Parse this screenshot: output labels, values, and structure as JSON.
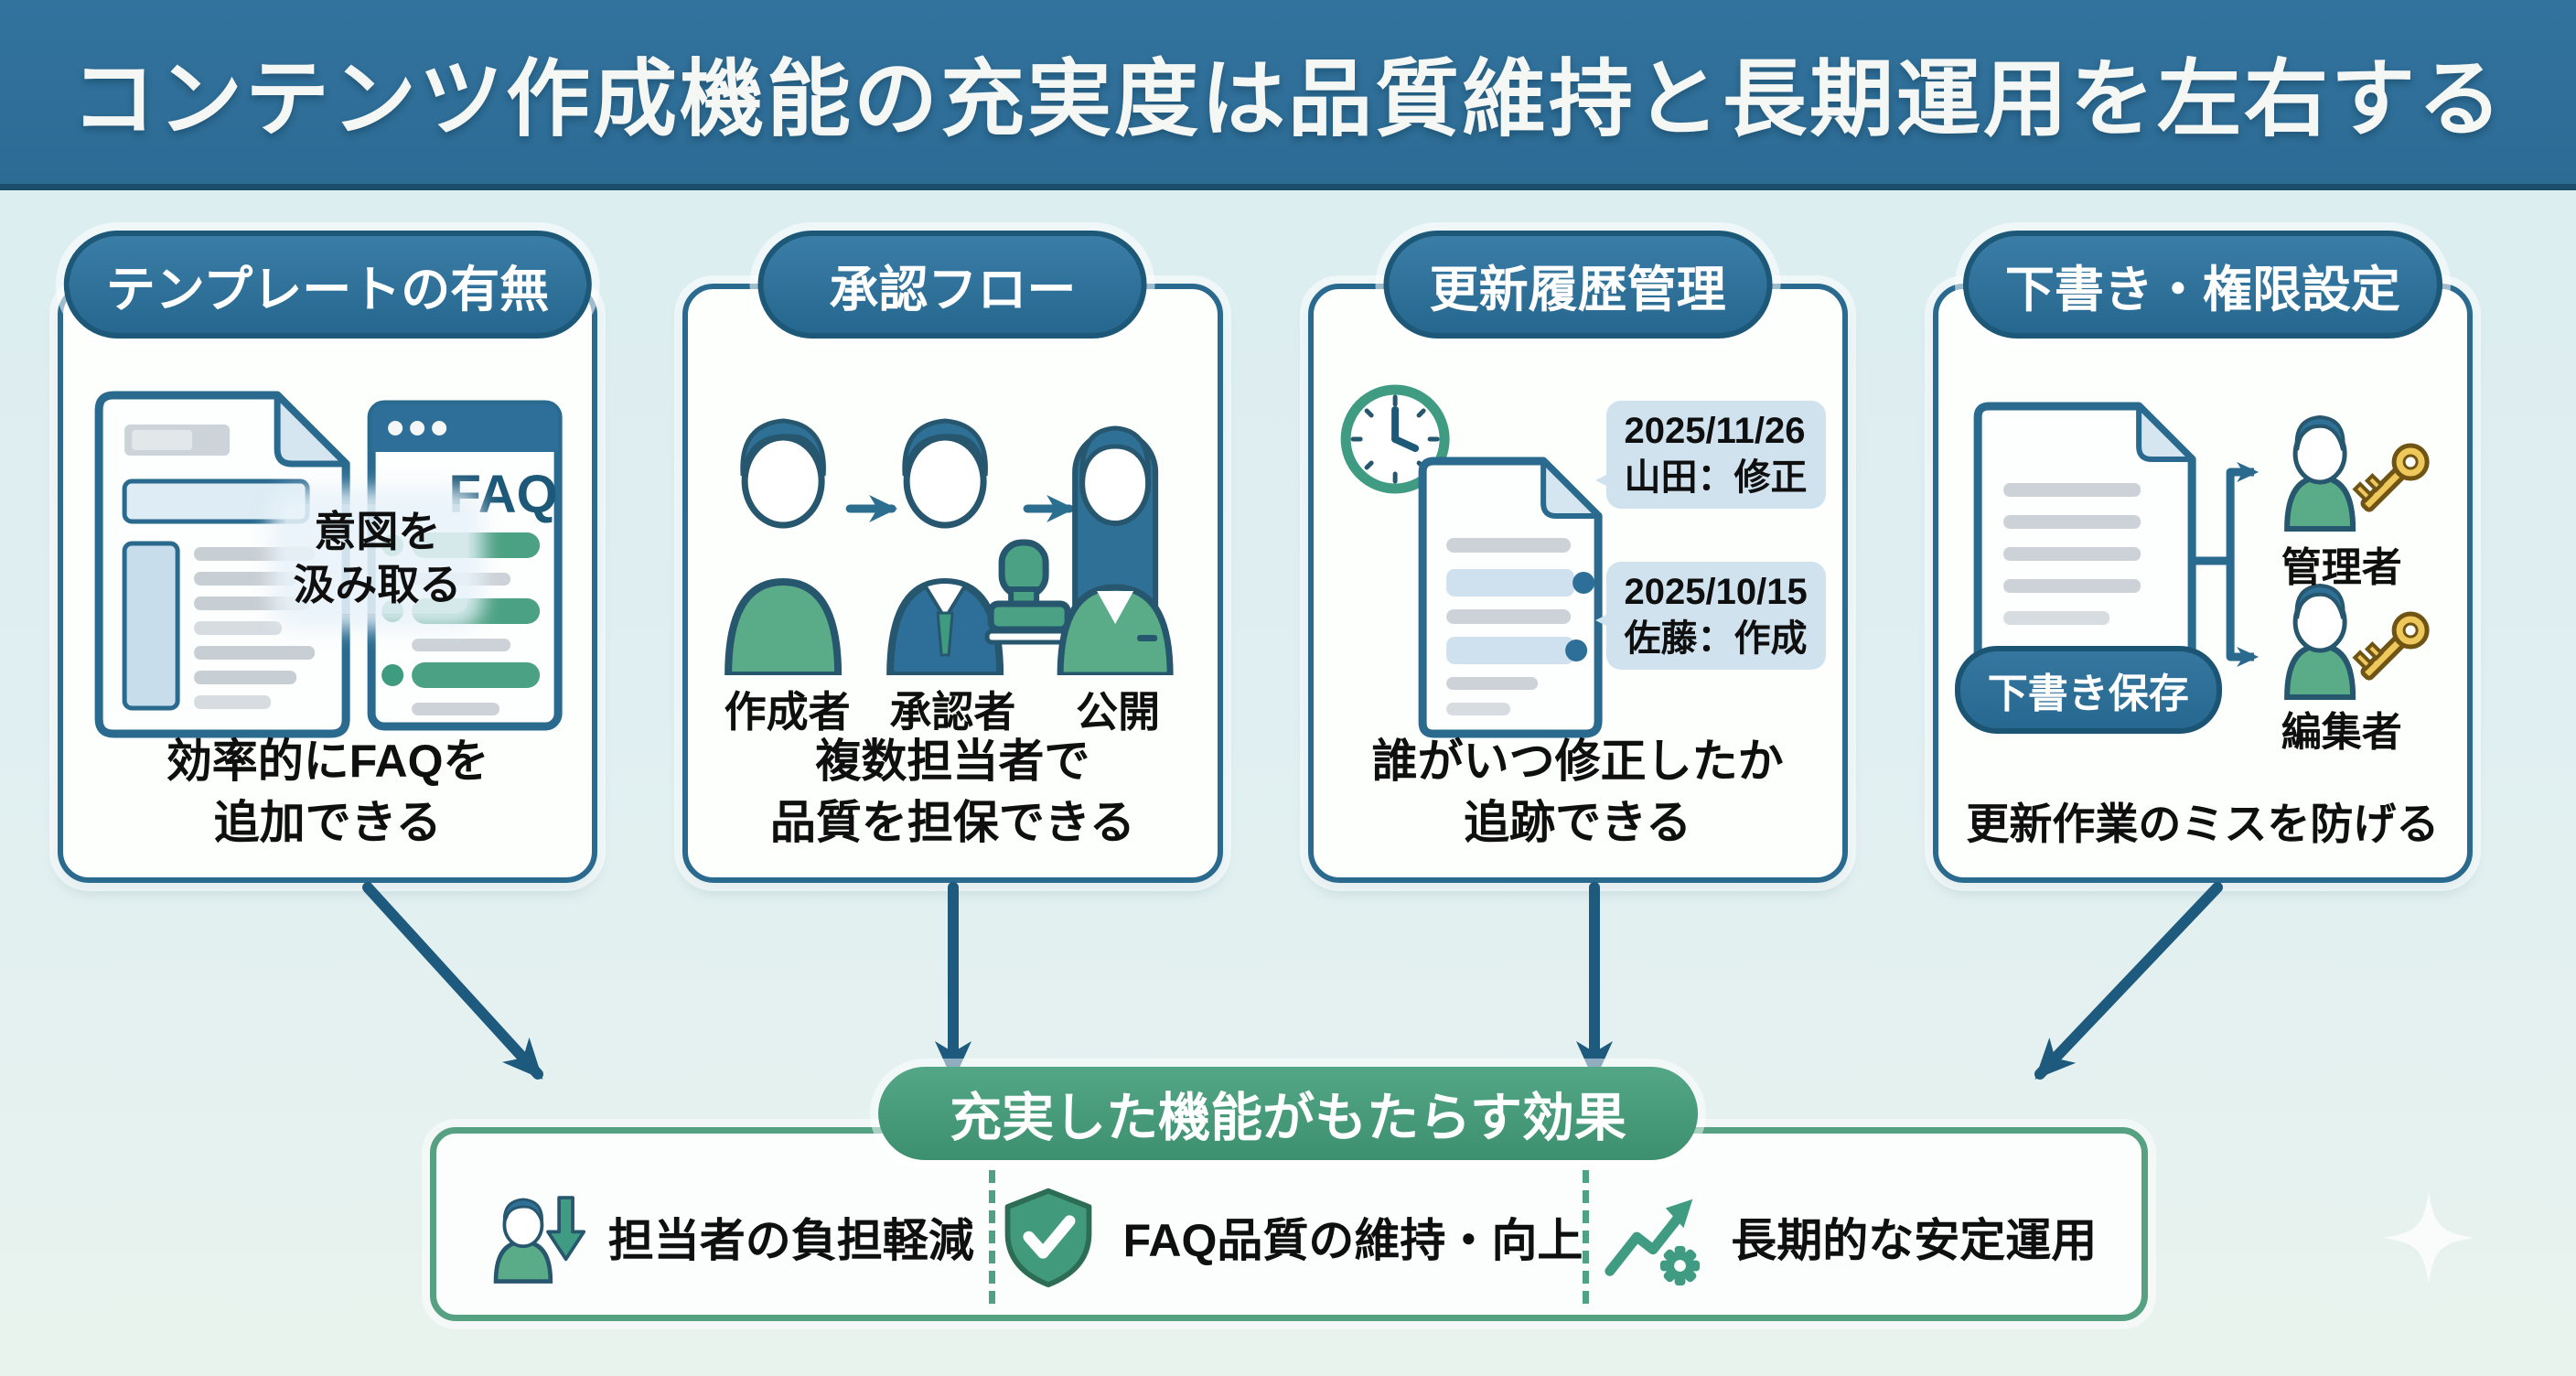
{
  "title": "コンテンツ作成機能の充実度は品質維持と長期運用を左右する",
  "cards": [
    {
      "header": "テンプレートの有無",
      "overlay_lines": [
        "意図を",
        "汲み取る"
      ],
      "faq_label": "FAQ",
      "caption_lines": [
        "効率的にFAQを",
        "追加できる"
      ]
    },
    {
      "header": "承認フロー",
      "roles": [
        "作成者",
        "承認者",
        "公開"
      ],
      "caption_lines": [
        "複数担当者で",
        "品質を担保できる"
      ]
    },
    {
      "header": "更新履歴管理",
      "history": [
        {
          "date": "2025/11/26",
          "entry": "山田：修正"
        },
        {
          "date": "2025/10/15",
          "entry": "佐藤：作成"
        }
      ],
      "caption_lines": [
        "誰がいつ修正したか",
        "追跡できる"
      ]
    },
    {
      "header": "下書き・権限設定",
      "draft_label": "下書き保存",
      "roles": [
        "管理者",
        "編集者"
      ],
      "caption_lines": [
        "更新作業のミスを防げる"
      ]
    }
  ],
  "effects": {
    "header": "充実した機能がもたらす効果",
    "items": [
      {
        "label": "担当者の負担軽減",
        "icon": "person-down-arrow-icon"
      },
      {
        "label": "FAQ品質の維持・向上",
        "icon": "shield-check-icon"
      },
      {
        "label": "長期的な安定運用",
        "icon": "growth-gear-icon"
      }
    ]
  },
  "colors": {
    "title_bar": "#2f6f9a",
    "card_header": "#2d7199",
    "card_border": "#2a6a8f",
    "arrow": "#1e5a7d",
    "accent_green": "#4aa181",
    "effects_border": "#57a183",
    "callout_bg": "#cfe2ee",
    "key_yellow": "#eec85a",
    "background": "#e1eff1"
  }
}
